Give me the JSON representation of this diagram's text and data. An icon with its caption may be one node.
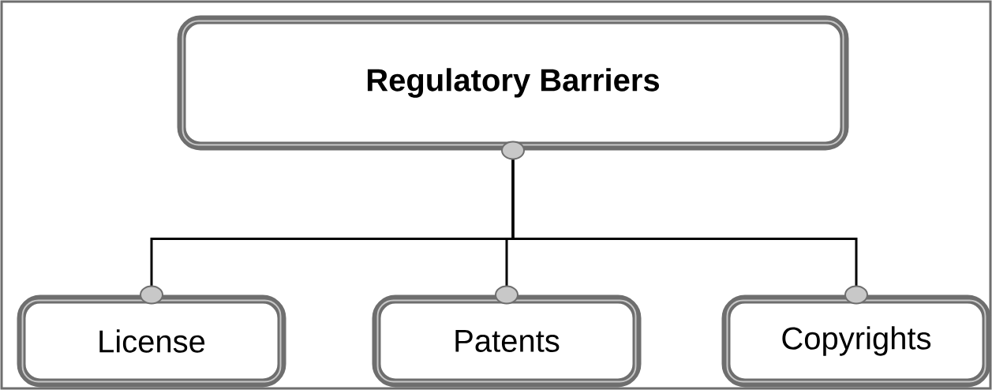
{
  "diagram": {
    "nodes": [
      {
        "text": [
          "Regulatory Barriers"
        ]
      },
      {
        "text": [
          "License"
        ]
      },
      {
        "text": [
          "Patents"
        ]
      },
      {
        "text": [
          "Copyrights"
        ]
      }
    ],
    "edges": [
      {
        "from": 0,
        "to": 1,
        "arrow": "none"
      },
      {
        "from": 0,
        "to": 2,
        "arrow": "none"
      },
      {
        "from": 0,
        "to": 3,
        "arrow": "none"
      }
    ]
  }
}
